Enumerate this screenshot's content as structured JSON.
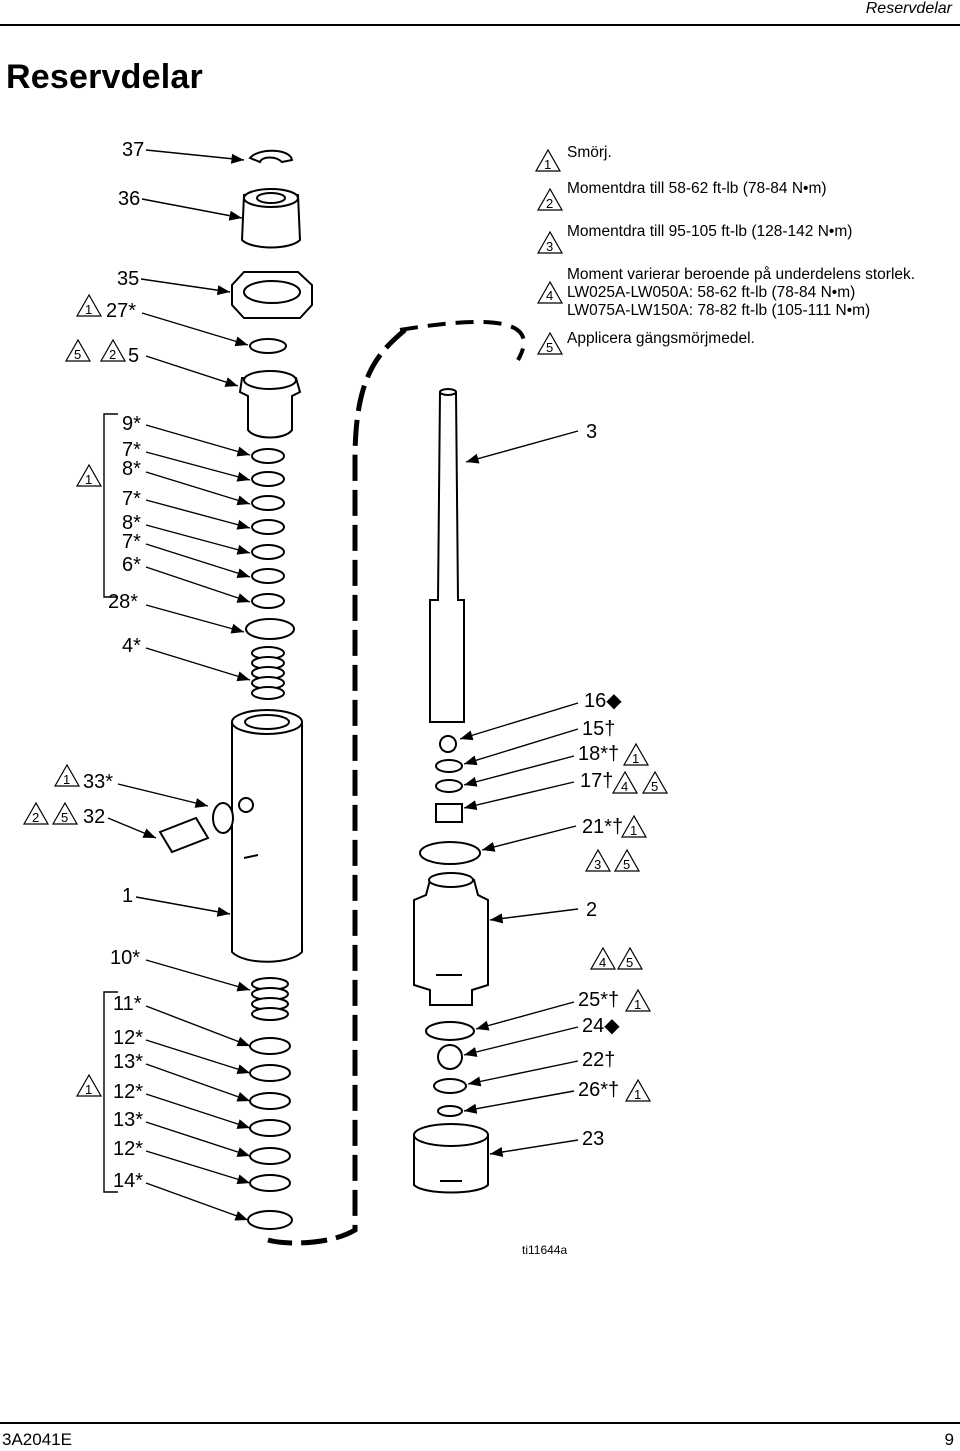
{
  "header": {
    "running_title": "Reservdelar"
  },
  "page": {
    "title": "Reservdelar",
    "doc_number": "3A2041E",
    "page_number": "9"
  },
  "figure_id": "ti11644a",
  "notes": [
    {
      "mark": "1",
      "text": "Smörj."
    },
    {
      "mark": "2",
      "text": "Momentdra till 58-62 ft-lb (78-84 N•m)"
    },
    {
      "mark": "3",
      "text": "Momentdra till 95-105 ft-lb (128-142 N•m)"
    },
    {
      "mark": "4",
      "text": "Moment varierar beroende på underdelens storlek.",
      "extra": [
        "LW025A-LW050A: 58-62 ft-lb (78-84 N•m)",
        "LW075A-LW150A: 78-82 ft-lb (105-111 N•m)"
      ]
    },
    {
      "mark": "5",
      "text": "Applicera gängsmörjmedel."
    }
  ],
  "left_labels": {
    "l37": "37",
    "l36": "36",
    "l35": "35",
    "l27": "27*",
    "l5": "5",
    "l9": "9*",
    "l7a": "7*",
    "l8a": "8*",
    "l7b": "7*",
    "l8b": "8*",
    "l7c": "7*",
    "l6": "6*",
    "l28": "28*",
    "l4": "4*",
    "l33": "33*",
    "l32": "32",
    "l1": "1",
    "l10": "10*",
    "l11": "11*",
    "l12a": "12*",
    "l13a": "13*",
    "l12b": "12*",
    "l13b": "13*",
    "l12c": "12*",
    "l14": "14*"
  },
  "right_labels": {
    "r3": "3",
    "r16": "16◆",
    "r15": "15†",
    "r18": "18*†",
    "r17": "17†",
    "r21": "21*†",
    "r2": "2",
    "r25": "25*†",
    "r24": "24◆",
    "r22": "22†",
    "r26": "26*†",
    "r23": "23"
  },
  "marks": {
    "one": "1",
    "two": "2",
    "three": "3",
    "four": "4",
    "five": "5"
  }
}
